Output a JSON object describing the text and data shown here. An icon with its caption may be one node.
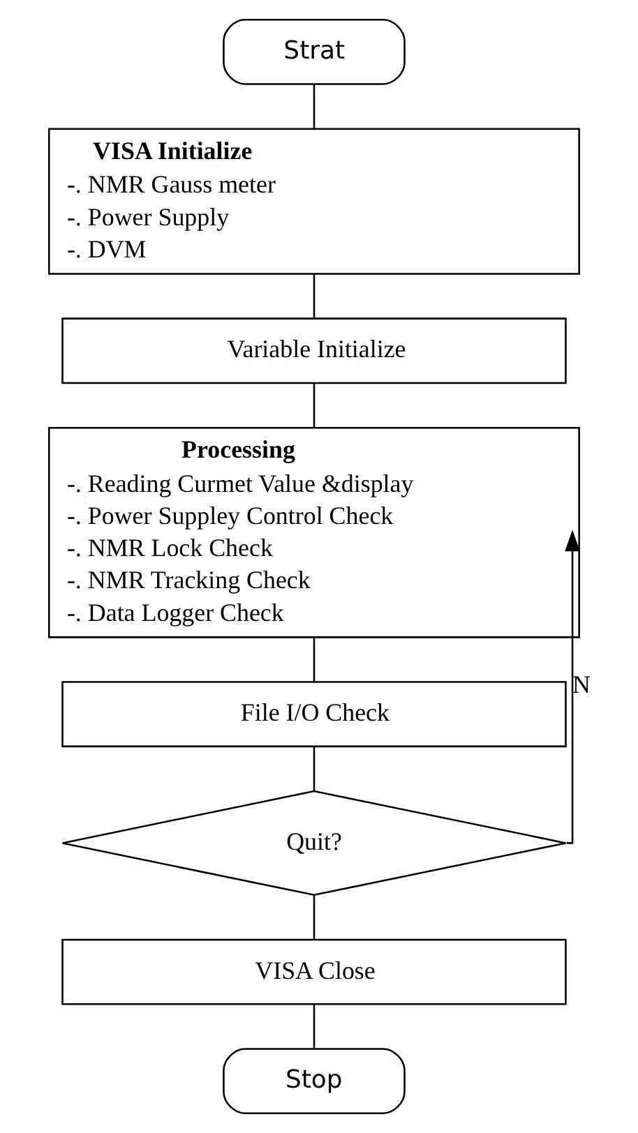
{
  "diagram": {
    "nodes": [
      {
        "text": [
          "Strat"
        ]
      },
      {
        "text": [
          "VISA Initialize",
          "-. NMR Gauss meter",
          "-. Power Supply",
          "-. DVM"
        ]
      },
      {
        "text": [
          "Variable Initialize"
        ]
      },
      {
        "text": [
          "Processing",
          "-. Reading Curmet Value &display",
          "-. Power Suppley Control Check",
          "-. NMR Lock Check",
          "-. NMR Tracking Check",
          "-. Data Logger Check"
        ]
      },
      {
        "text": [
          "File I/O Check"
        ]
      },
      {
        "text": [
          "Quit?"
        ]
      },
      {
        "text": [
          "VISA Close"
        ]
      },
      {
        "text": [
          "Stop"
        ]
      }
    ],
    "edges": [
      {
        "from": 0,
        "to": 1,
        "arrow": "none"
      },
      {
        "from": 1,
        "to": 2,
        "arrow": "none"
      },
      {
        "from": 2,
        "to": 3,
        "arrow": "none"
      },
      {
        "from": 3,
        "to": 4,
        "arrow": "none"
      },
      {
        "from": 4,
        "to": 5,
        "arrow": "none"
      },
      {
        "from": 5,
        "to": 6,
        "arrow": "none"
      },
      {
        "from": 6,
        "to": 7,
        "arrow": "none"
      },
      {
        "from": 5,
        "to": 3,
        "arrow": "to",
        "label": "N"
      }
    ]
  }
}
